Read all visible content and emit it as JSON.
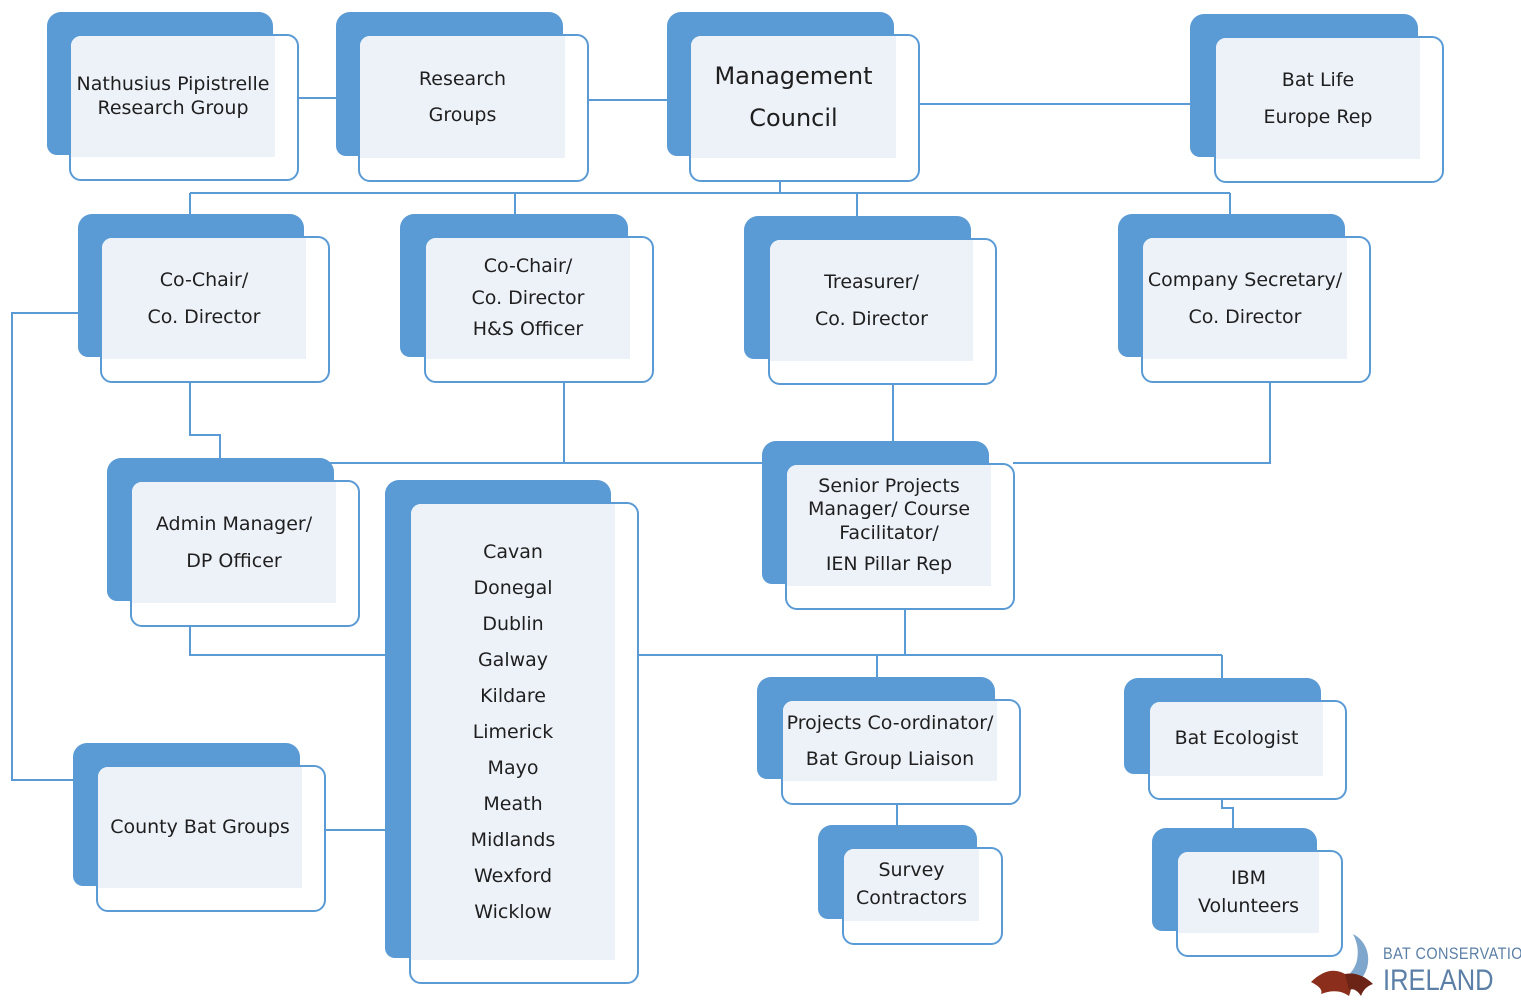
{
  "nodes": {
    "nathusius": [
      "Nathusius Pipistrelle",
      "Research Group"
    ],
    "research": [
      "Research",
      "Groups"
    ],
    "management": [
      "Management",
      "Council"
    ],
    "batlife": [
      "Bat Life",
      "Europe Rep"
    ],
    "cochair1": [
      "Co-Chair/",
      "Co. Director"
    ],
    "cochair2": [
      "Co-Chair/",
      "Co. Director",
      "H&S Officer"
    ],
    "treasurer": [
      "Treasurer/",
      "Co. Director"
    ],
    "secretary": [
      "Company Secretary/",
      "Co. Director"
    ],
    "admin": [
      "Admin Manager/",
      "DP Officer"
    ],
    "counties": [
      "Cavan",
      "Donegal",
      "Dublin",
      "Galway",
      "Kildare",
      "Limerick",
      "Mayo",
      "Meath",
      "Midlands",
      "Wexford",
      "Wicklow"
    ],
    "senior": [
      "Senior Projects",
      "Manager/ Course",
      "Facilitator/",
      "IEN Pillar Rep"
    ],
    "county_groups": [
      "County Bat Groups"
    ],
    "coordinator": [
      "Projects Co-ordinator/",
      "Bat Group Liaison"
    ],
    "ecologist": [
      "Bat Ecologist"
    ],
    "survey": [
      "Survey",
      "Contractors"
    ],
    "ibm": [
      "IBM",
      "Volunteers"
    ]
  },
  "logo": {
    "line1": "BAT CONSERVATION",
    "line2": "IRELAND"
  },
  "colors": {
    "accent": "#5b9bd5",
    "fill": "#edf2f9"
  }
}
